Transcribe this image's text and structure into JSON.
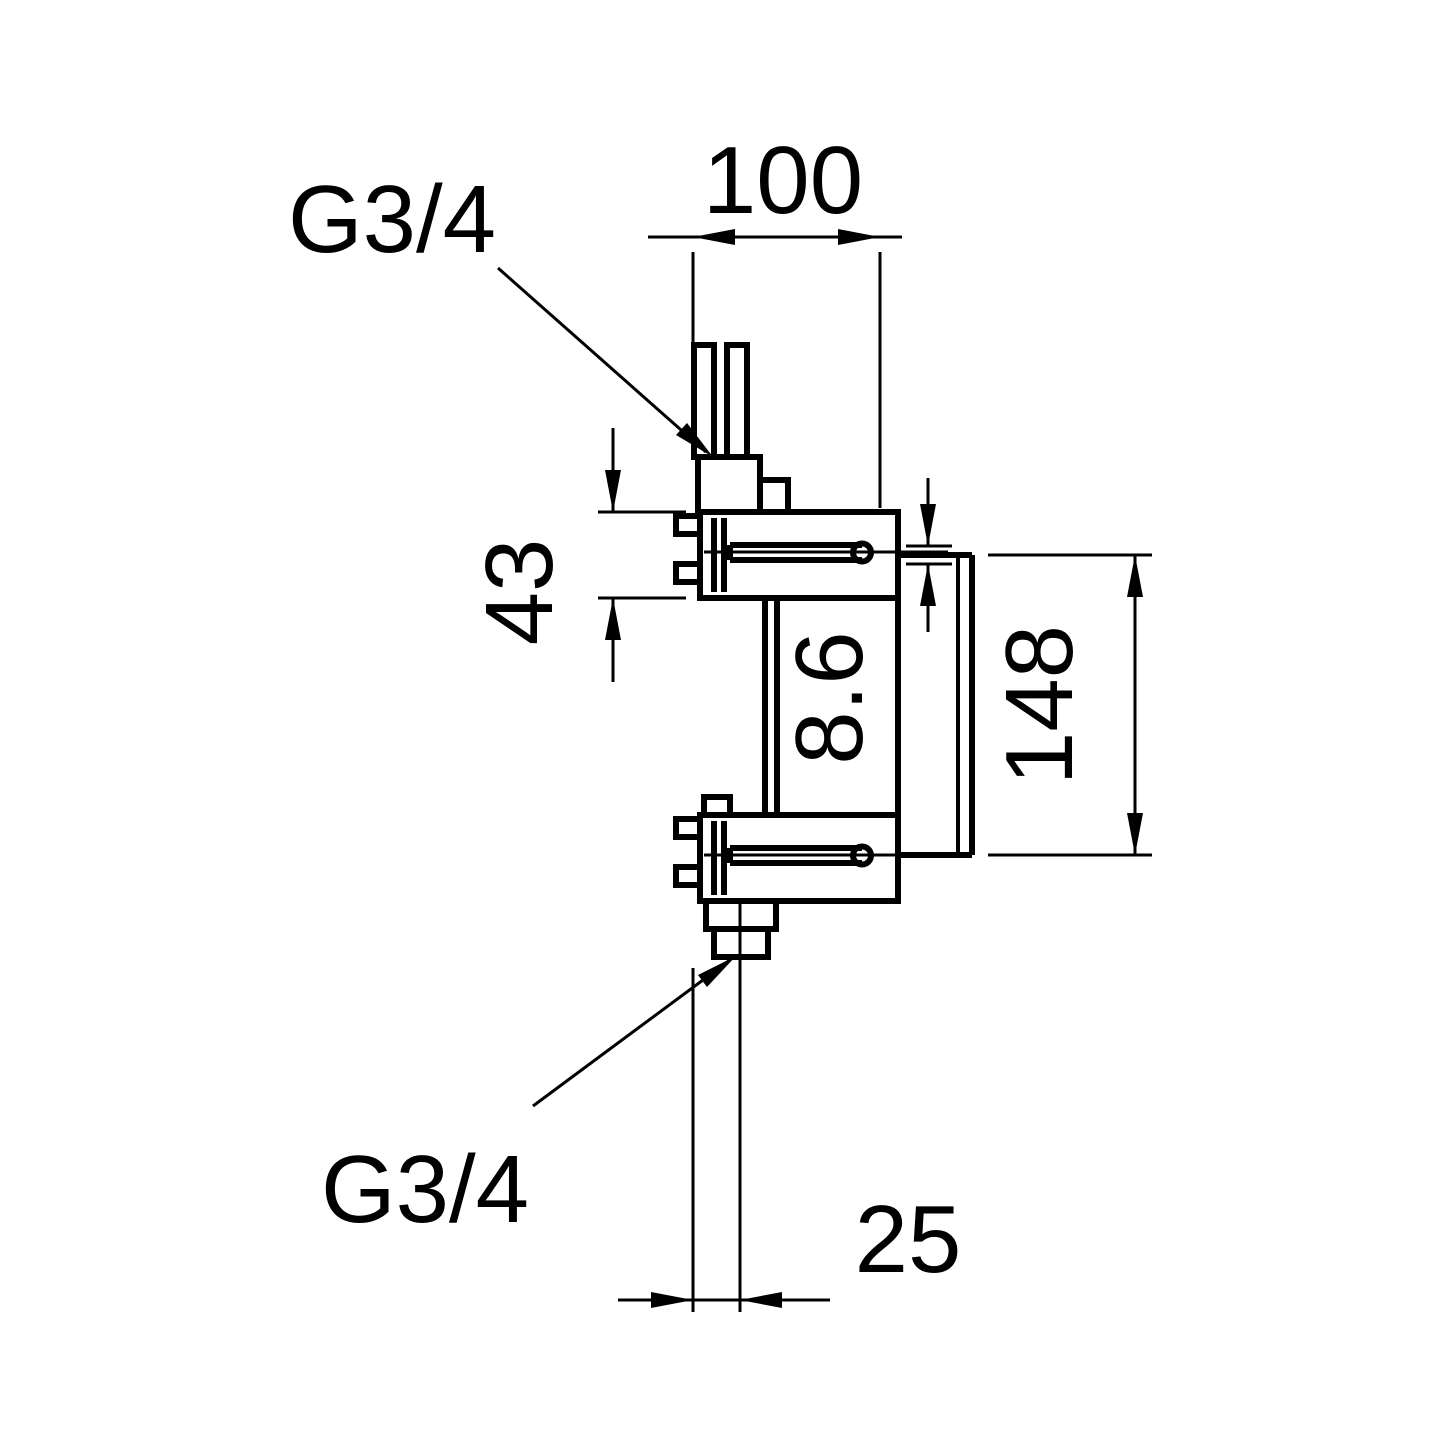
{
  "drawing": {
    "background": "#ffffff",
    "line_color": "#000000",
    "port_top_label": "G3/4",
    "port_bottom_label": "G3/4",
    "dim_width_top": "100",
    "dim_height_left": "43",
    "dim_plate_offset": "8.6",
    "dim_height_right": "148",
    "dim_bottom_offset": "25"
  }
}
